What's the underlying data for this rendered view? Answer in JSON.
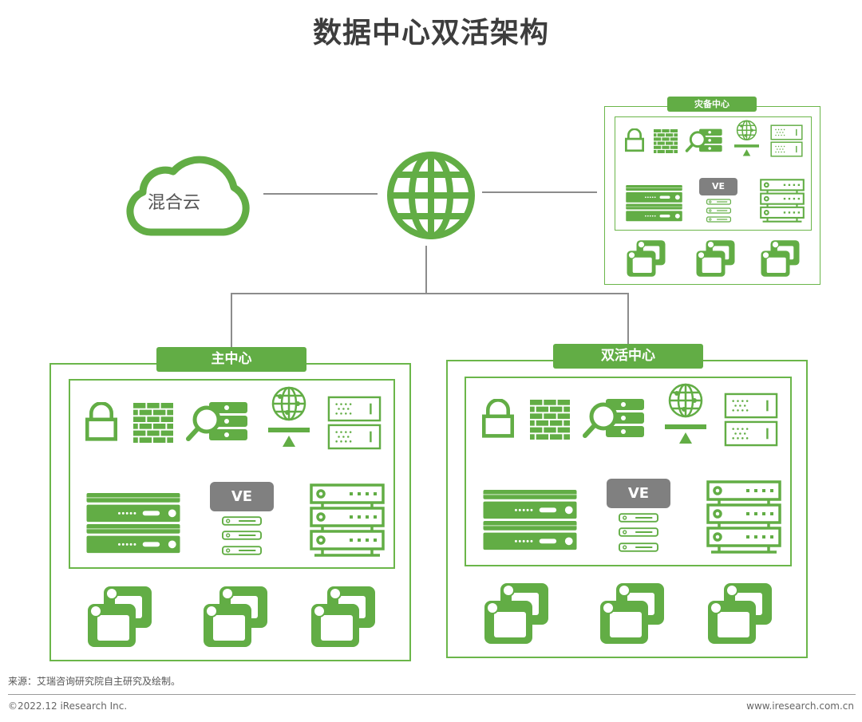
{
  "title": "数据中心双活架构",
  "colors": {
    "green": "#62ad45",
    "gray_box": "#808080",
    "line": "#8c8c8c"
  },
  "cloud": {
    "label": "混合云",
    "icon": "cloud-icon"
  },
  "internet": {
    "icon": "globe-icon"
  },
  "centers": {
    "main": {
      "label": "主中心"
    },
    "active": {
      "label": "双活中心"
    },
    "disaster": {
      "label": "灾备中心"
    }
  },
  "ve_label": "VE",
  "icon_set_row1": [
    "lock-icon",
    "firewall-icon",
    "database-search-icon",
    "network-globe-icon",
    "storage-icon"
  ],
  "icon_set_row2": [
    "rack-server-icon",
    "virtualization-icon",
    "server-stack-icon"
  ],
  "icon_set_row3": [
    "vm-window-icon",
    "vm-window-icon",
    "vm-window-icon"
  ],
  "footer": {
    "source": "来源：艾瑞咨询研究院自主研究及绘制。",
    "copyright": "©2022.12 iResearch Inc.",
    "website": "www.iresearch.com.cn"
  }
}
